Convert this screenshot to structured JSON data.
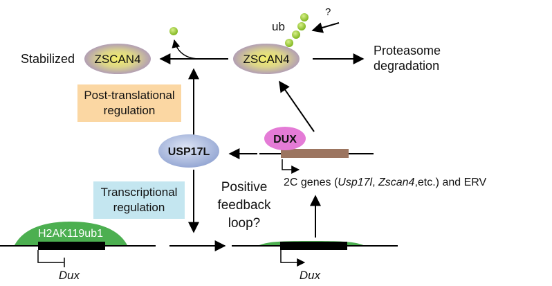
{
  "figure": {
    "colors": {
      "zscan4_oval_center": "#f0ea6e",
      "zscan4_oval_edge": "#a98bc9",
      "ubiquitin_bead": "#9ccc2e",
      "post_translational_box": "#fbd7a3",
      "transcriptional_box": "#c4e6f0",
      "usp17l_oval": "#a7b8dd",
      "dux_protein_oval": "#e47bd6",
      "gene_body_brown": "#9c7560",
      "h2ak119ub1_mark": "#4caf50",
      "gene_black": "#000000"
    },
    "labels": {
      "stabilized": "Stabilized",
      "zscan4_left": "ZSCAN4",
      "zscan4_right": "ZSCAN4",
      "ub": "ub",
      "question_mark": "?",
      "proteasome_line1": "Proteasome",
      "proteasome_line2": "degradation",
      "post_translational_line1": "Post-translational",
      "post_translational_line2": "regulation",
      "usp17l": "USP17L",
      "dux_protein": "DUX",
      "genes_prefix": "2C genes (",
      "gene_usp17l": "Usp17l",
      "genes_sep": ", ",
      "gene_zscan4": "Zscan4",
      "genes_suffix": ",etc.) and ERV",
      "transcriptional_line1": "Transcriptional",
      "transcriptional_line2": "regulation",
      "feedback_line1": "Positive",
      "feedback_line2": "feedback",
      "feedback_line3": "loop?",
      "h2ak119ub1": "H2AK119ub1",
      "dux_gene_left": "Dux",
      "dux_gene_right": "Dux"
    }
  }
}
